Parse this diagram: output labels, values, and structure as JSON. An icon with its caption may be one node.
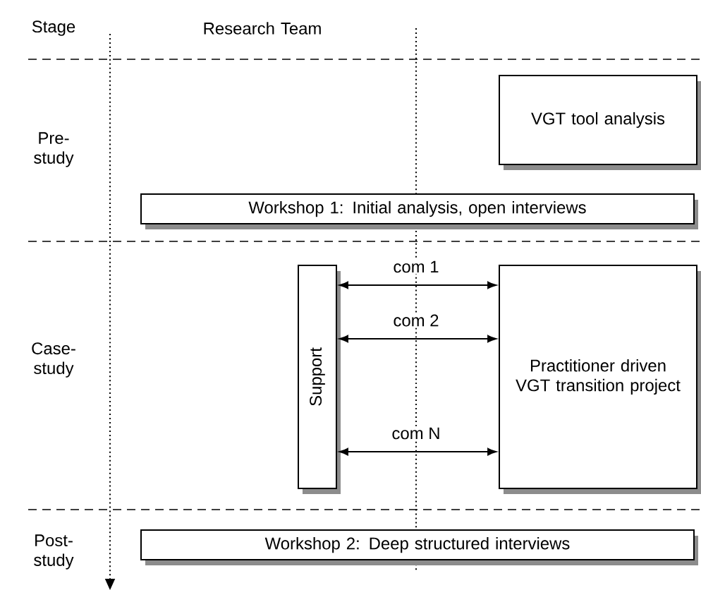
{
  "diagram": {
    "nodes": [
      {
        "text": [
          "VGT tool analysis"
        ]
      },
      {
        "text": [
          "Workshop 1: Initial analysis, open interviews"
        ]
      },
      {
        "text": [
          "Support"
        ]
      },
      {
        "text": [
          "Practitioner driven VGT transition project"
        ]
      },
      {
        "text": [
          "Workshop 2: Deep structured interviews"
        ]
      }
    ],
    "edges": [
      {
        "from": 2,
        "to": 3,
        "arrow": "both",
        "label": "com 1"
      },
      {
        "from": 2,
        "to": 3,
        "arrow": "both",
        "label": "com 2"
      },
      {
        "from": 2,
        "to": 3,
        "arrow": "both",
        "label": "com N"
      }
    ],
    "labels": [
      "Stage",
      "Research Team",
      "Pre-study",
      "Case-study",
      "Post-study"
    ]
  }
}
